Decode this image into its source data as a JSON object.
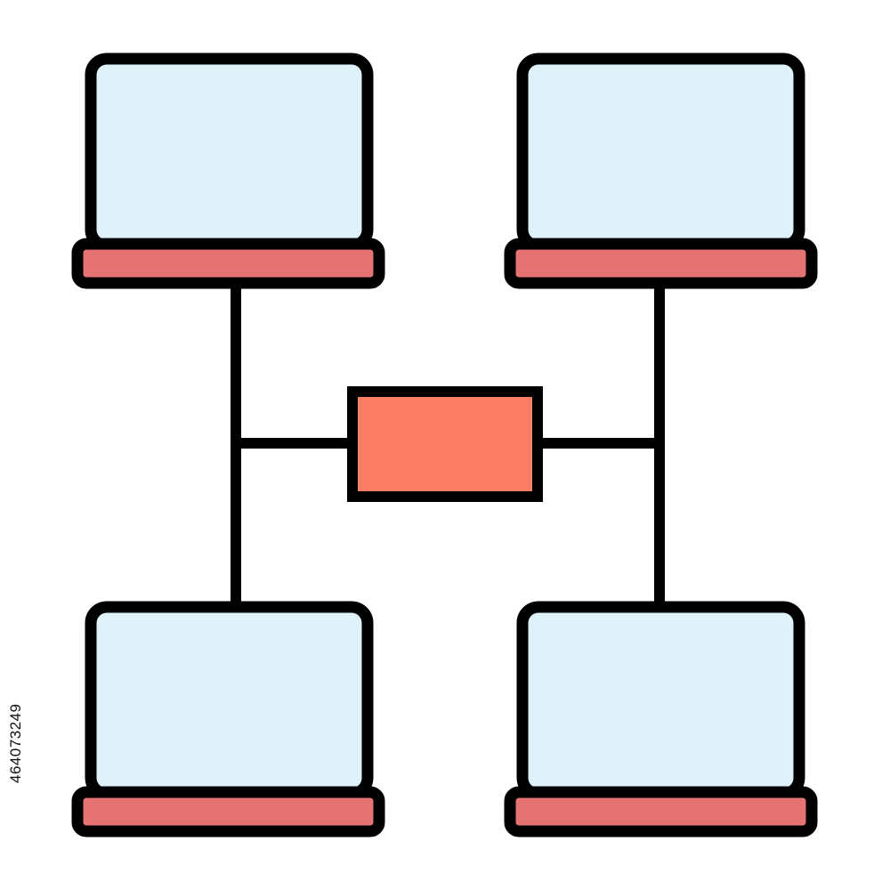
{
  "icon": {
    "name": "network-laptops-icon",
    "nodes": [
      "laptop-top-left",
      "laptop-top-right",
      "laptop-bottom-left",
      "laptop-bottom-right"
    ],
    "hub": "central-switch",
    "colors": {
      "outline": "#000000",
      "screen": "#dff2fa",
      "base": "#e57373",
      "hub": "#fb7d63",
      "background": "#ffffff"
    }
  },
  "watermark": {
    "stock_id": "464073249"
  }
}
